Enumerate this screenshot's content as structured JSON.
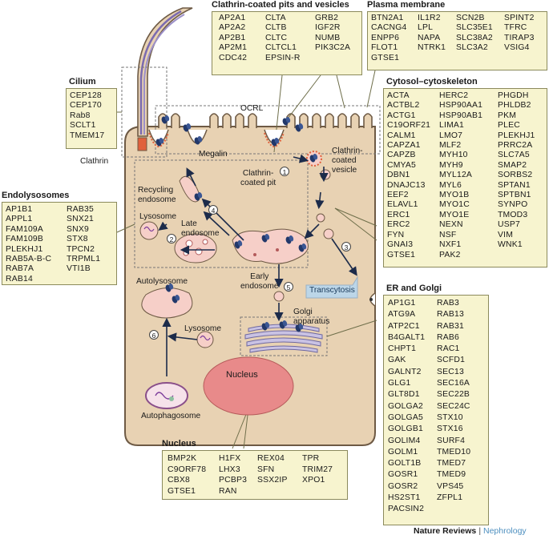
{
  "groups": {
    "clathrin": {
      "title": "Clathrin-coated pits and vesicles",
      "cols": [
        [
          "AP2A1",
          "AP2A2",
          "AP2B1",
          "AP2M1",
          "CDC42"
        ],
        [
          "CLTA",
          "CLTB",
          "CLTC",
          "CLTCL1",
          "EPSIN-R"
        ],
        [
          "GRB2",
          "IGF2R",
          "NUMB",
          "PIK3C2A"
        ]
      ]
    },
    "plasma": {
      "title": "Plasma membrane",
      "cols": [
        [
          "BTN2A1",
          "CACNG4",
          "ENPP6",
          "FLOT1",
          "GTSE1"
        ],
        [
          "IL1R2",
          "LPL",
          "NAPA",
          "NTRK1"
        ],
        [
          "SCN2B",
          "SLC35E1",
          "SLC38A2",
          "SLC3A2"
        ],
        [
          "SPINT2",
          "TFRC",
          "TIRAP3",
          "VSIG4"
        ]
      ]
    },
    "cilium": {
      "title": "Cilium",
      "cols": [
        [
          "CEP128",
          "CEP170",
          "Rab8",
          "SCLT1",
          "TMEM17"
        ]
      ]
    },
    "cytosol": {
      "title": "Cytosol–cytoskeleton",
      "cols": [
        [
          "ACTA",
          "ACTBL2",
          "ACTG1",
          "C19ORF21",
          "CALM1",
          "CAPZA1",
          "CAPZB",
          "CMYA5",
          "DBN1",
          "DNAJC13",
          "EEF2",
          "ELAVL1",
          "ERC1",
          "ERC2",
          "FYN",
          "GNAI3",
          "GTSE1"
        ],
        [
          "HERC2",
          "HSP90AA1",
          "HSP90AB1",
          "LIMA1",
          "LMO7",
          "MLF2",
          "MYH10",
          "MYH9",
          "MYL12A",
          "MYL6",
          "MYO1B",
          "MYO1C",
          "MYO1E",
          "NEXN",
          "NSF",
          "NXF1",
          "PAK2"
        ],
        [
          "PHGDH",
          "PHLDB2",
          "PKM",
          "PLEC",
          "PLEKHJ1",
          "PRRC2A",
          "SLC7A5",
          "SMAP2",
          "SORBS2",
          "SPTAN1",
          "SPTBN1",
          "SYNPO",
          "TMOD3",
          "USP7",
          "VIM",
          "WNK1"
        ]
      ]
    },
    "endolysosomes": {
      "title": "Endolysosomes",
      "cols": [
        [
          "AP1B1",
          "APPL1",
          "FAM109A",
          "FAM109B",
          "PLEKHJ1",
          "RAB5A-B-C",
          "RAB7A",
          "RAB14"
        ],
        [
          "RAB35",
          "SNX21",
          "SNX9",
          "STX8",
          "TPCN2",
          "TRPML1",
          "VTI1B"
        ]
      ]
    },
    "er": {
      "title": "ER and Golgi",
      "cols": [
        [
          "AP1G1",
          "ATG9A",
          "ATP2C1",
          "B4GALT1",
          "CHPT1",
          "GAK",
          "GALNT2",
          "GLG1",
          "GLT8D1",
          "GOLGA2",
          "GOLGA5",
          "GOLGB1",
          "GOLIM4",
          "GOLM1",
          "GOLT1B",
          "GOSR1",
          "GOSR2",
          "HS2ST1",
          "PACSIN2"
        ],
        [
          "RAB3",
          "RAB13",
          "RAB31",
          "RAB6",
          "RAC1",
          "SCFD1",
          "SEC13",
          "SEC16A",
          "SEC22B",
          "SEC24C",
          "STX10",
          "STX16",
          "SURF4",
          "TMED10",
          "TMED7",
          "TMED9",
          "VPS45",
          "ZFPL1"
        ]
      ]
    },
    "nucleus": {
      "title": "Nucleus",
      "cols": [
        [
          "BMP2K",
          "C9ORF78",
          "CBX8",
          "GTSE1"
        ],
        [
          "H1FX",
          "LHX3",
          "PCBP3",
          "RAN"
        ],
        [
          "REX04",
          "SFN",
          "SSX2IP"
        ],
        [
          "TPR",
          "TRIM27",
          "XPO1"
        ]
      ]
    }
  },
  "labels": {
    "ocrl": "OCRL",
    "clathrin": "Clathrin",
    "megalin": "Megalin",
    "clathrin_pit_1": "Clathrin-",
    "clathrin_pit_2": "coated pit",
    "clathrin_vesicle_1": "Clathrin-",
    "clathrin_vesicle_2": "coated",
    "clathrin_vesicle_3": "vesicle",
    "recycling_1": "Recycling",
    "recycling_2": "endosome",
    "lysosome_top": "Lysosome",
    "late_1": "Late",
    "late_2": "endosome",
    "early_1": "Early",
    "early_2": "endosome",
    "transcytosis": "Transcytosis",
    "golgi_1": "Golgi",
    "golgi_2": "apparatus",
    "autolysosome": "Autolysosome",
    "lysosome_bottom": "Lysosome",
    "autophagosome": "Autophagosome",
    "nucleus_label": "Nucleus"
  },
  "steps": [
    "1",
    "2",
    "3",
    "4",
    "5",
    "6"
  ],
  "credit": {
    "journal": "Nature Reviews",
    "separator": " | ",
    "section": "Nephrology"
  },
  "colors": {
    "cell_fill": "#e8d2b3",
    "cell_border": "#6e5a45",
    "box_fill": "#f7f4cf",
    "nucleus": "#e88a8a",
    "vesicle": "#f6cfc8",
    "clathrin_coat": "#e0603c",
    "protein": "#22386a",
    "transcytosis": "#bcd6e8",
    "journal_accent": "#4d8fbf"
  }
}
